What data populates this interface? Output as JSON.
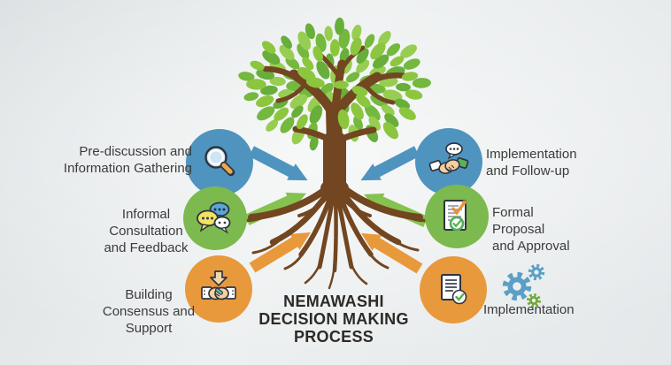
{
  "title": {
    "text": "NEMAWASHI\nDECISION MAKING\nPROCESS"
  },
  "nodes": [
    {
      "id": "pre-discussion",
      "label": "Pre-discussion and\nInformation Gathering",
      "icon": "magnifier-icon",
      "color": "#4f94bf"
    },
    {
      "id": "informal-consultation",
      "label": "Informal\nConsultation\nand Feedback",
      "icon": "speech-bubbles-icon",
      "color": "#7cb94e"
    },
    {
      "id": "building-consensus",
      "label": "Building\nConsensus and\nSupport",
      "icon": "handshake-agreement-icon",
      "color": "#e8993c"
    },
    {
      "id": "implementation-followup",
      "label": "Implementation\nand Follow-up",
      "icon": "handshake-chat-icon",
      "color": "#4f94bf"
    },
    {
      "id": "formal-proposal",
      "label": "Formal\nProposal\nand Approval",
      "icon": "document-check-icon",
      "color": "#7cb94e"
    },
    {
      "id": "implementation",
      "label": "Implementation",
      "icon": "document-check-badge-icon",
      "color": "#e8993c",
      "extra_icon": "gears-icon"
    }
  ],
  "colors": {
    "blue": "#4f94bf",
    "green": "#7cb94e",
    "orange": "#e8993c",
    "trunk_brown": "#724620",
    "leaves": [
      "#8cc63f",
      "#74b83e",
      "#97ce52",
      "#68ae3a"
    ],
    "gear_blue": "#5b9fc6",
    "gear_green": "#72a83e"
  }
}
